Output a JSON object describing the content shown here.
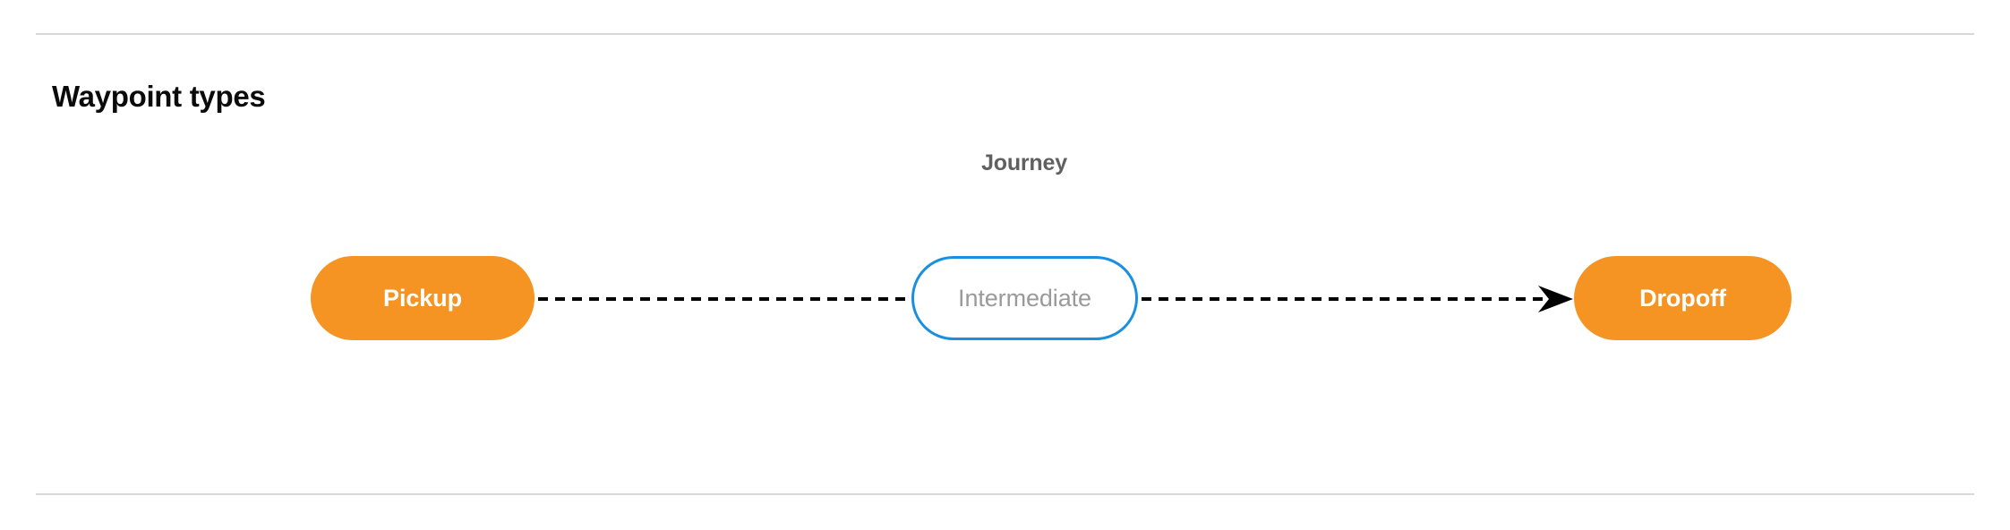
{
  "section": {
    "title": "Waypoint types"
  },
  "dividers": {
    "top": "horizontal-rule",
    "bottom": "horizontal-rule",
    "color": "#d8d8d8"
  },
  "diagram": {
    "type": "flow",
    "cluster_label": "Journey",
    "cluster_label_color": "#606060",
    "nodes": [
      {
        "id": "pickup",
        "label": "Pickup",
        "shape": "pill",
        "fill": "#f59422",
        "text_color": "#ffffff",
        "border": "none"
      },
      {
        "id": "intermediate",
        "label": "Intermediate",
        "shape": "pill",
        "fill": "#ffffff",
        "text_color": "#9a9a9a",
        "border": "#1a8fe0"
      },
      {
        "id": "dropoff",
        "label": "Dropoff",
        "shape": "pill",
        "fill": "#f59422",
        "text_color": "#ffffff",
        "border": "none"
      }
    ],
    "edges": [
      {
        "from": "pickup",
        "to": "intermediate",
        "style": "dashed",
        "color": "#000000",
        "arrowhead": false
      },
      {
        "from": "intermediate",
        "to": "dropoff",
        "style": "dashed",
        "color": "#000000",
        "arrowhead": true
      }
    ]
  }
}
